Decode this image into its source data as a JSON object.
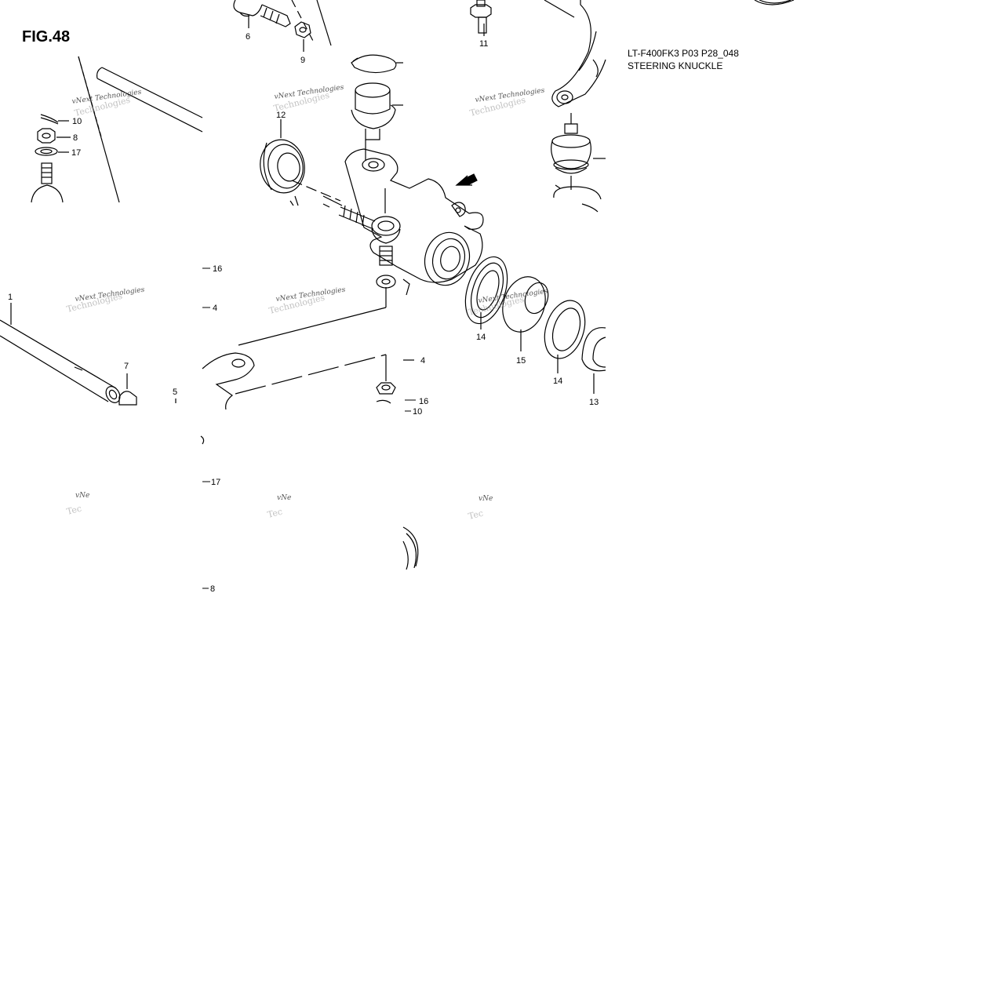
{
  "figure": {
    "title": "FIG.48",
    "model_code": "LT-F400FK3 P03 P28_048",
    "caption": "STEERING KNUCKLE"
  },
  "watermark": {
    "line1": "vNext Technologies",
    "line2": "Technologies",
    "partial_line1": "vNe",
    "partial_line2": "Tec"
  },
  "callouts": [
    {
      "id": "c6",
      "label": "6"
    },
    {
      "id": "c9",
      "label": "9"
    },
    {
      "id": "c11",
      "label": "11"
    },
    {
      "id": "c10a",
      "label": "10"
    },
    {
      "id": "c8a",
      "label": "8"
    },
    {
      "id": "c17a",
      "label": "17"
    },
    {
      "id": "c12",
      "label": "12"
    },
    {
      "id": "c16a",
      "label": "16"
    },
    {
      "id": "c4a",
      "label": "4"
    },
    {
      "id": "c1",
      "label": "1"
    },
    {
      "id": "c7",
      "label": "7"
    },
    {
      "id": "c5",
      "label": "5"
    },
    {
      "id": "c14a",
      "label": "14"
    },
    {
      "id": "c15",
      "label": "15"
    },
    {
      "id": "c14b",
      "label": "14"
    },
    {
      "id": "c13",
      "label": "13"
    },
    {
      "id": "c4b",
      "label": "4"
    },
    {
      "id": "c16b",
      "label": "16"
    },
    {
      "id": "c10b",
      "label": "10"
    },
    {
      "id": "c17b",
      "label": "17"
    },
    {
      "id": "c8b",
      "label": "8"
    }
  ]
}
